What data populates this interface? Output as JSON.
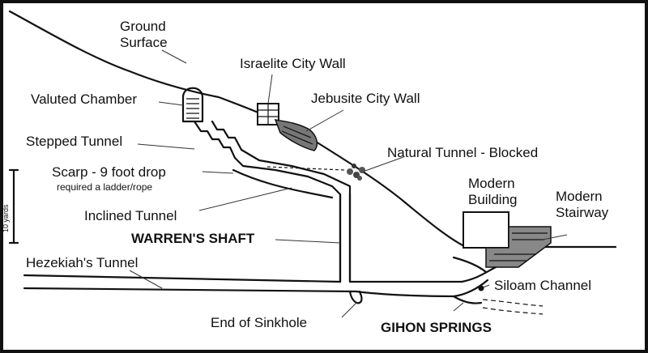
{
  "labels": {
    "ground_surface_1": "Ground",
    "ground_surface_2": "Surface",
    "israelite_wall": "Israelite City Wall",
    "jebusite_wall": "Jebusite City Wall",
    "vaulted_chamber": "Valuted Chamber",
    "stepped_tunnel": "Stepped Tunnel",
    "natural_tunnel": "Natural Tunnel - Blocked",
    "scarp": "Scarp - 9 foot drop",
    "scarp_note": "required a ladder/rope",
    "modern_building_1": "Modern",
    "modern_building_2": "Building",
    "modern_stairway_1": "Modern",
    "modern_stairway_2": "Stairway",
    "scale": "10 yards",
    "inclined_tunnel": "Inclined Tunnel",
    "warrens_shaft": "WARREN'S SHAFT",
    "hezekiahs_tunnel": "Hezekiah's Tunnel",
    "siloam_channel": "Siloam Channel",
    "end_of_sinkhole": "End of Sinkhole",
    "gihon_springs": "GIHON SPRINGS"
  }
}
